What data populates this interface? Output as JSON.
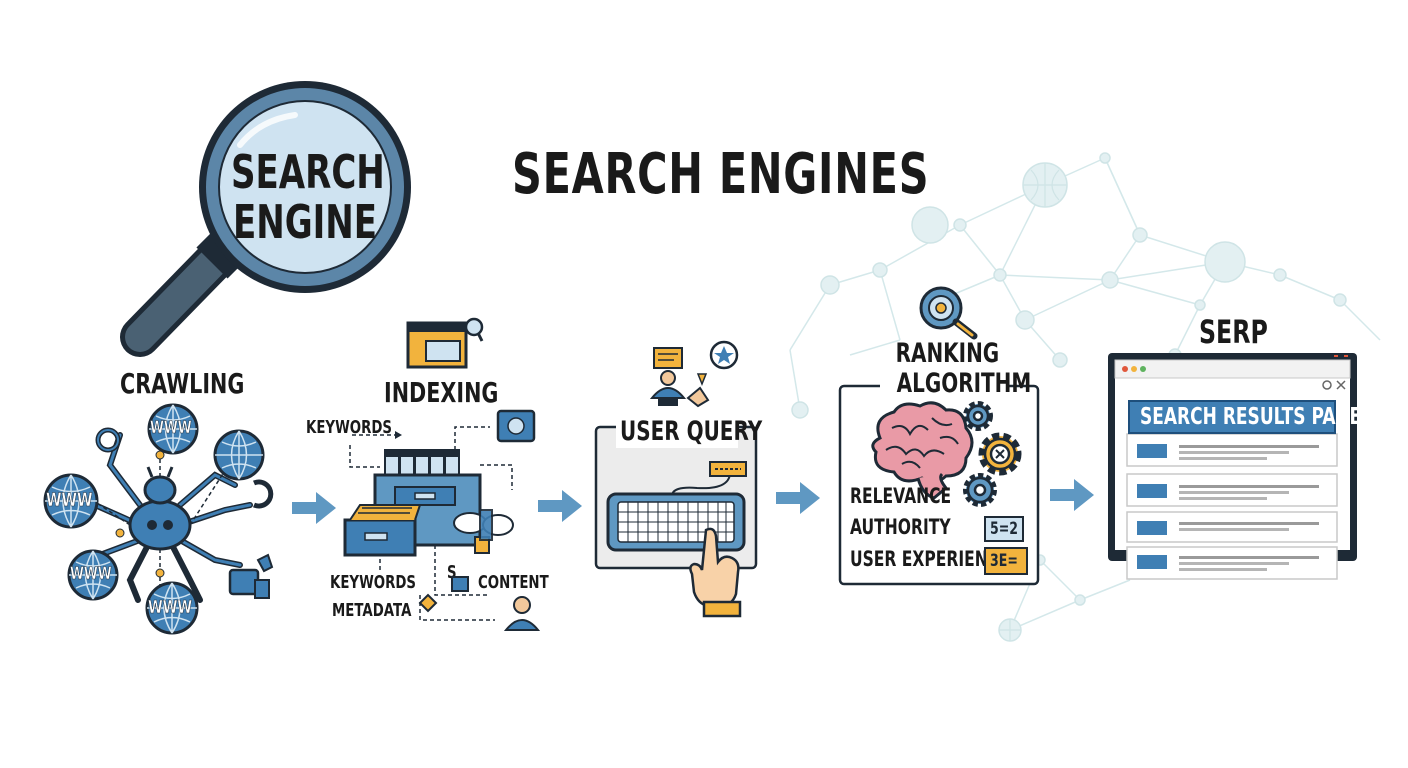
{
  "title": "SEARCH ENGINES",
  "magnifier": {
    "line1": "SEARCH",
    "line2": "ENGINE"
  },
  "stages": {
    "crawling": {
      "label": "CRAWLING",
      "globe_text": "WWW"
    },
    "indexing": {
      "label": "INDEXING",
      "keywords_top": "KEYWORDS",
      "keywords_bottom": "KEYWORDS",
      "metadata": "METADATA",
      "content": "CONTENT",
      "content_prefix": "S"
    },
    "user_query": {
      "label": "USER QUERY"
    },
    "ranking": {
      "label_line1": "RANKING",
      "label_line2": "ALGORITHM",
      "factors": [
        "RELEVANCE",
        "AUTHORITY",
        "USER EXPERIENCE"
      ],
      "formula1": "5=2",
      "formula2": "3E="
    },
    "serp": {
      "label": "SERP",
      "banner": "SEARCH RESULTS PAGE"
    }
  },
  "colors": {
    "blue": "#3f7fb4",
    "dark_blue": "#1f4f7c",
    "light_blue": "#cfe3f1",
    "orange": "#f2b33d",
    "pink": "#e99aa6",
    "dark": "#1e2a36"
  }
}
